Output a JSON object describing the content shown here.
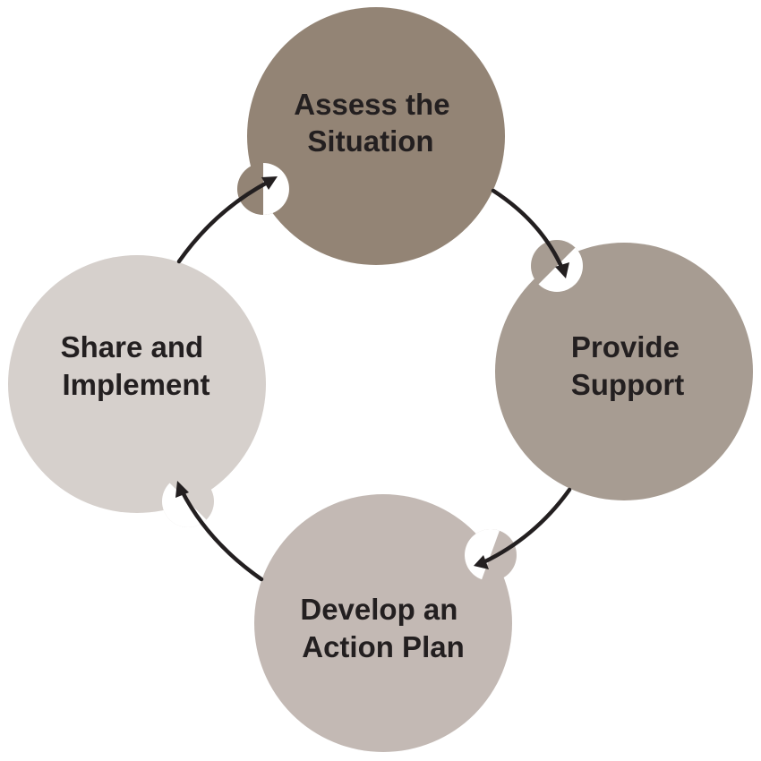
{
  "diagram": {
    "type": "cycle",
    "colors": {
      "assess": "#938475",
      "support": "#a79c92",
      "develop": "#c3b9b4",
      "share": "#d6d0cc",
      "arrow": "#231f20",
      "text": "#231f20"
    },
    "steps": [
      {
        "id": "assess",
        "line1": "Assess the",
        "line2": "Situation"
      },
      {
        "id": "support",
        "line1": "Provide",
        "line2": "Support"
      },
      {
        "id": "develop",
        "line1": "Develop an",
        "line2": "Action Plan"
      },
      {
        "id": "share",
        "line1": "Share and",
        "line2": "Implement"
      }
    ]
  }
}
